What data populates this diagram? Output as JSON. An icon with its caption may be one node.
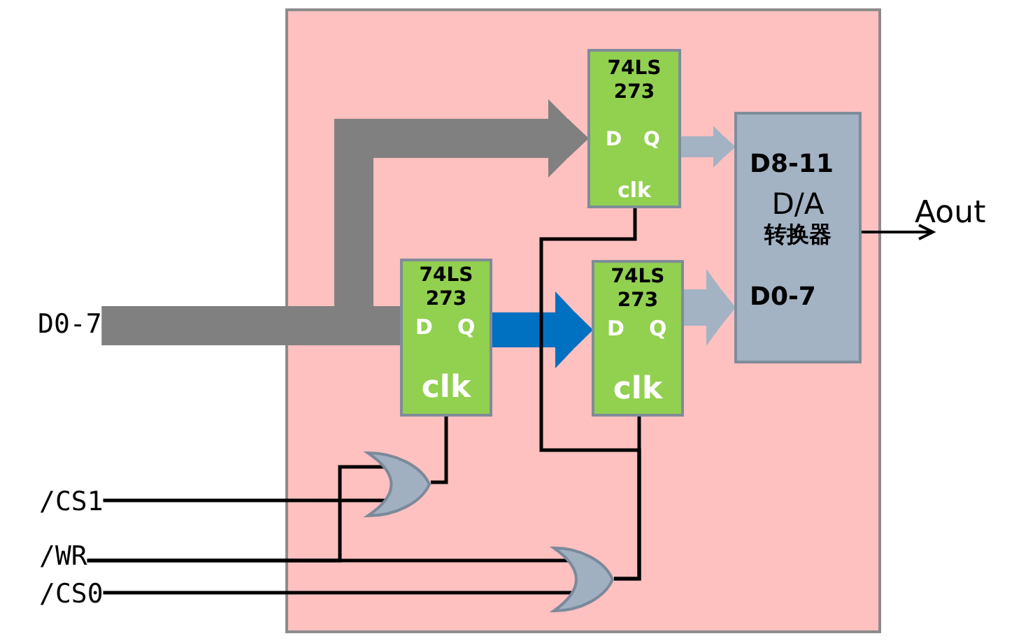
{
  "diagram": {
    "nodes": [
      {
        "text": [],
        "shape": "box"
      },
      {
        "text": [
          "74LS 273",
          "D",
          "Q",
          "clk"
        ],
        "in": 0
      },
      {
        "text": [
          "D8-11",
          "D/A",
          "转换器",
          "D0-7"
        ],
        "in": 0
      },
      {
        "text": [
          "Aout"
        ]
      },
      {
        "text": [
          "D0-7"
        ]
      },
      {
        "text": [
          "74LS 273",
          "D",
          "Q",
          "clk"
        ],
        "in": 0
      },
      {
        "text": [
          "74LS 273",
          "D",
          "Q",
          "clk"
        ],
        "in": 0
      },
      {
        "text": [
          "/CS1"
        ]
      },
      {
        "text": [],
        "shape": "gate",
        "in": 0
      },
      {
        "text": [
          "/WR"
        ]
      },
      {
        "text": [],
        "shape": "gate",
        "in": 0
      },
      {
        "text": [
          "/CS0"
        ]
      }
    ],
    "edges": [
      {
        "from": 4,
        "to": 5,
        "arrow": "none",
        "style": "thick",
        "color": "#808080"
      },
      {
        "from": 4,
        "to": 1,
        "arrow": "to",
        "style": "thick",
        "color": "#808080"
      },
      {
        "from": 5,
        "to": 6,
        "arrow": "to",
        "style": "thick",
        "color": "#0070c0"
      },
      {
        "from": 1,
        "to": 2,
        "arrow": "to",
        "style": "thick",
        "color": "#a3b3c4"
      },
      {
        "from": 6,
        "to": 2,
        "arrow": "to",
        "style": "thick",
        "color": "#a3b3c4"
      },
      {
        "from": 2,
        "to": 3,
        "arrow": "to"
      },
      {
        "from": 7,
        "to": 8,
        "arrow": "none"
      },
      {
        "from": 9,
        "to": 8,
        "arrow": "none"
      },
      {
        "from": 9,
        "to": 10,
        "arrow": "none"
      },
      {
        "from": 11,
        "to": 10,
        "arrow": "none"
      },
      {
        "from": 8,
        "to": 5,
        "arrow": "none"
      },
      {
        "from": 10,
        "to": 6,
        "arrow": "none"
      },
      {
        "from": 10,
        "to": 1,
        "arrow": "none"
      }
    ]
  }
}
